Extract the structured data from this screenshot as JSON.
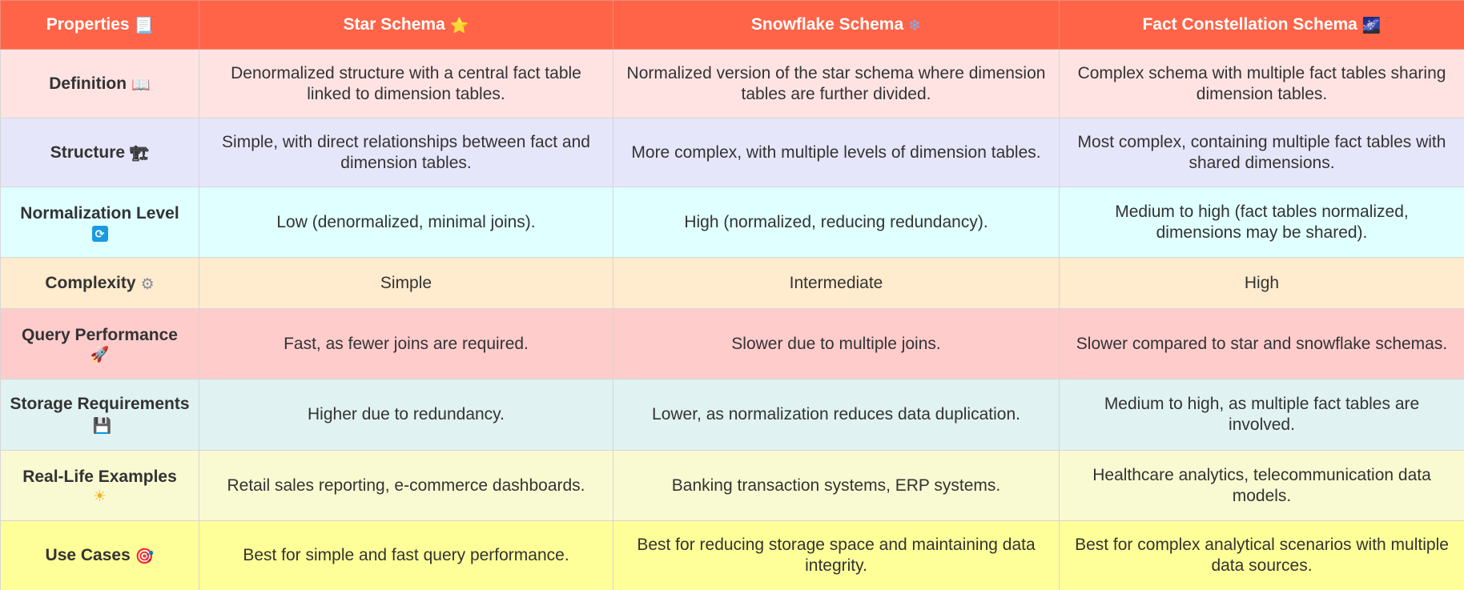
{
  "header": {
    "properties": "Properties",
    "star": "Star Schema",
    "snowflake": "Snowflake Schema",
    "constellation": "Fact Constellation Schema"
  },
  "icons": {
    "properties": "memo-icon",
    "star": "star-icon",
    "snowflake": "snowflake-icon",
    "constellation": "night-sky-icon",
    "definition": "open-book-icon",
    "structure": "building-construction-icon",
    "normalization": "arrows-refresh-icon",
    "complexity": "gear-icon",
    "performance": "rocket-icon",
    "storage": "floppy-disk-icon",
    "examples": "sun-icon",
    "usecases": "target-icon"
  },
  "rows": {
    "definition": {
      "label": "Definition",
      "star": "Denormalized structure with a central fact table linked to dimension tables.",
      "snowflake": "Normalized version of the star schema where dimension tables are further divided.",
      "constellation": "Complex schema with multiple fact tables sharing dimension tables."
    },
    "structure": {
      "label": "Structure",
      "star": "Simple, with direct relationships between fact and dimension tables.",
      "snowflake": "More complex, with multiple levels of dimension tables.",
      "constellation": "Most complex, containing multiple fact tables with shared dimensions."
    },
    "normalization": {
      "label": "Normalization Level",
      "star": "Low (denormalized, minimal joins).",
      "snowflake": "High (normalized, reducing redundancy).",
      "constellation": "Medium to high (fact tables normalized, dimensions may be shared)."
    },
    "complexity": {
      "label": "Complexity",
      "star": "Simple",
      "snowflake": "Intermediate",
      "constellation": "High"
    },
    "performance": {
      "label": "Query Performance",
      "star": "Fast, as fewer joins are required.",
      "snowflake": "Slower due to multiple joins.",
      "constellation": "Slower compared to star and snowflake schemas."
    },
    "storage": {
      "label": "Storage Requirements",
      "star": "Higher due to redundancy.",
      "snowflake": "Lower, as normalization reduces data duplication.",
      "constellation": "Medium to high, as multiple fact tables are involved."
    },
    "examples": {
      "label": "Real-Life Examples",
      "star": "Retail sales reporting, e-commerce dashboards.",
      "snowflake": "Banking transaction systems, ERP systems.",
      "constellation": "Healthcare analytics, telecommunication data models."
    },
    "usecases": {
      "label": "Use Cases",
      "star": "Best for simple and fast query performance.",
      "snowflake": "Best for reducing storage space and maintaining data integrity.",
      "constellation": "Best for complex analytical scenarios with multiple data sources."
    }
  },
  "colors": {
    "header_bg": "#ff6448",
    "header_text": "#ffffff",
    "row_definition": "#ffe3e3",
    "row_structure": "#e6e6fa",
    "row_normalization": "#e0ffff",
    "row_complexity": "#ffebcd",
    "row_performance": "#ffcccc",
    "row_storage": "#e0f2f1",
    "row_examples": "#fafad2",
    "row_usecases": "#ffff99"
  }
}
